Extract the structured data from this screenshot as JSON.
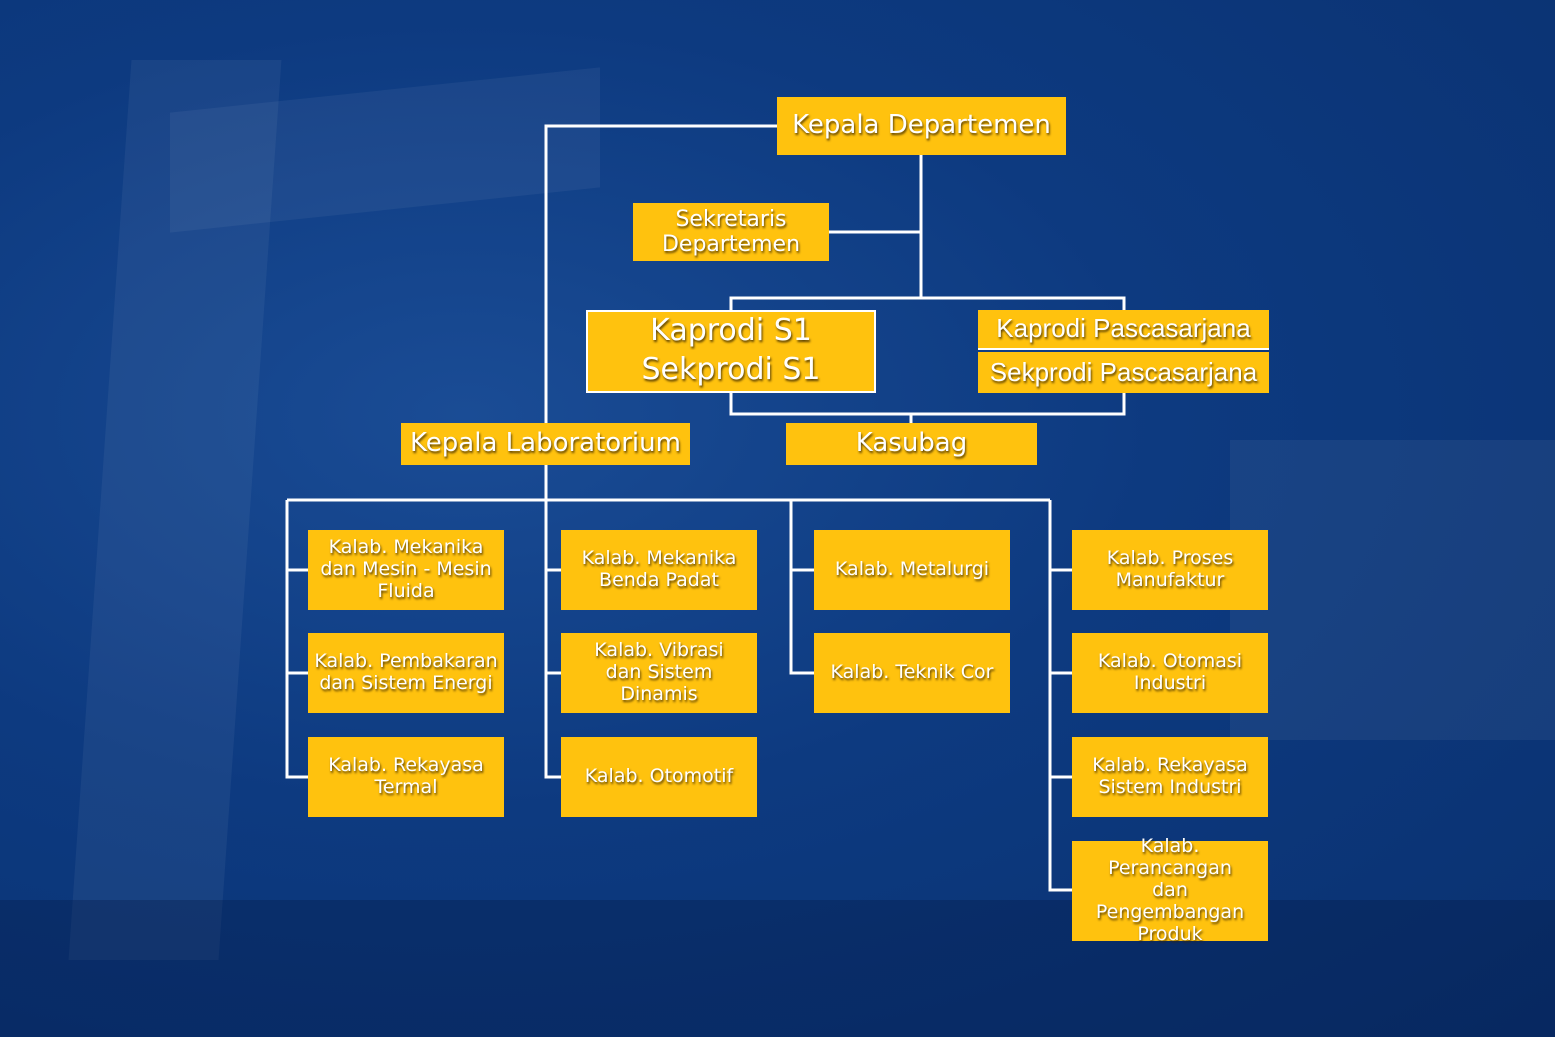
{
  "colors": {
    "box": "#FFC20E",
    "line": "#FFFFFF",
    "background": "#0D3A80"
  },
  "top": {
    "kepala_departemen": "Kepala Departemen",
    "sekretaris_departemen": "Sekretaris Departemen",
    "kaprodi_s1": "Kaprodi S1",
    "sekprodi_s1": "Sekprodi S1",
    "kaprodi_pascasarjana": "Kaprodi Pascasarjana",
    "sekprodi_pascasarjana": "Sekprodi Pascasarjana",
    "kepala_laboratorium": "Kepala Laboratorium",
    "kasubag": "Kasubag"
  },
  "labs": {
    "col1": [
      "Kalab. Mekanika dan Mesin - Mesin Fluida",
      "Kalab. Pembakaran dan Sistem Energi",
      "Kalab. Rekayasa Termal"
    ],
    "col2": [
      "Kalab. Mekanika Benda Padat",
      "Kalab. Vibrasi dan Sistem Dinamis",
      "Kalab. Otomotif"
    ],
    "col3": [
      "Kalab. Metalurgi",
      "Kalab. Teknik Cor"
    ],
    "col4": [
      "Kalab. Proses Manufaktur",
      "Kalab. Otomasi Industri",
      "Kalab. Rekayasa Sistem Industri",
      "Kalab. Perancangan dan Pengembangan Produk"
    ]
  }
}
